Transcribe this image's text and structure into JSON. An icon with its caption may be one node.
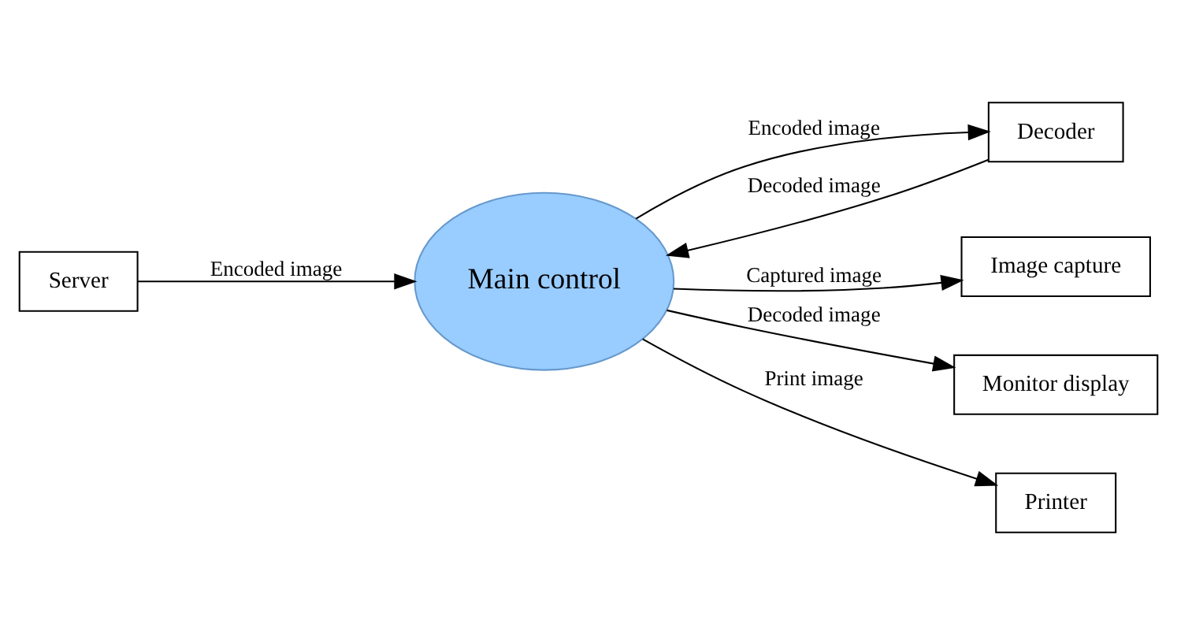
{
  "diagram": {
    "nodes": [
      {
        "text": [
          "Image capture"
        ]
      },
      {
        "text": [
          "Decoder"
        ]
      },
      {
        "text": [
          "Server"
        ]
      },
      {
        "text": [
          "Main control"
        ]
      },
      {
        "text": [
          "Monitor display"
        ]
      },
      {
        "text": [
          "Printer"
        ]
      }
    ],
    "edges": [
      {
        "from": 3,
        "to": 0,
        "arrow": "to",
        "label": "Captured image"
      },
      {
        "from": 1,
        "to": 3,
        "arrow": "to",
        "label": "Decoded image"
      },
      {
        "from": 3,
        "to": 1,
        "arrow": "to",
        "label": "Encoded image"
      },
      {
        "from": 2,
        "to": 3,
        "arrow": "to",
        "label": "Encoded image"
      },
      {
        "from": 3,
        "to": 4,
        "arrow": "to",
        "label": "Decoded image"
      },
      {
        "from": 3,
        "to": 5,
        "arrow": "to",
        "label": "Print image"
      }
    ]
  }
}
